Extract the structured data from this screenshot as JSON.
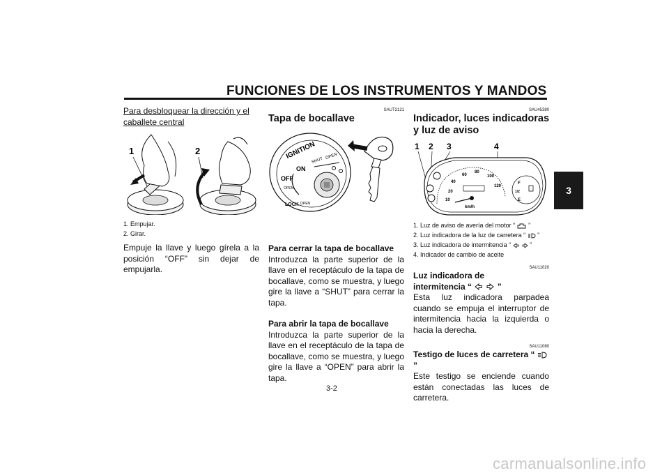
{
  "header": {
    "title": "FUNCIONES DE LOS INSTRUMENTOS Y MANDOS"
  },
  "chapter_tab": "3",
  "left_col": {
    "heading": "Para desbloquear la dirección y el caballete central",
    "figure_labels": [
      "1",
      "2"
    ],
    "captions": [
      "1. Empujar.",
      "2. Girar."
    ],
    "body": "Empuje la llave y luego gírela a la posición “OFF” sin dejar de empujarla."
  },
  "mid_col": {
    "code": "SAUT2121",
    "title": "Tapa de bocallave",
    "figure_text": {
      "ignition": "IGNITION",
      "on": "ON",
      "off": "OFF",
      "lock": "LOCK",
      "shut": "SHUT",
      "open": "OPEN",
      "open_small": "OPEN",
      "steering": "OPEN"
    },
    "close_heading": "Para cerrar la tapa de bocallave",
    "close_body": "Introduzca la parte superior de la llave en el receptáculo de la tapa de bocallave, como se muestra, y luego gire la llave a “SHUT” para cerrar la tapa.",
    "open_heading": "Para abrir la tapa de bocallave",
    "open_body": "Introduzca la parte superior de la llave en el receptáculo de la tapa de bocallave, como se muestra, y luego gire la llave a “OPEN” para abrir la tapa."
  },
  "right_col": {
    "code1": "SAU45380",
    "title": "Indicador, luces indicadoras y luz de aviso",
    "figure_labels": [
      "1",
      "2",
      "3",
      "4"
    ],
    "gauge_text": [
      "10",
      "20",
      "40",
      "60",
      "80",
      "100",
      "120",
      "km/h",
      "F",
      "E",
      "1/2"
    ],
    "captions": [
      "1. Luz de aviso de avería del motor “",
      "2. Luz indicadora de la luz de carretera “",
      "3. Luz indicadora de intermitencia “",
      "4. Indicador de cambio de aceite"
    ],
    "code2": "SAU11020",
    "turn_heading_1": "Luz indicadora de",
    "turn_heading_2": "intermitencia “",
    "turn_body": "Esta luz indicadora parpadea cuando se empuja el interruptor de intermitencia hacia la izquierda o hacia la derecha.",
    "code3": "SAU11080",
    "beam_heading": "Testigo de luces de carretera “",
    "beam_body": "Este testigo se enciende cuando están conectadas las luces de carretera.",
    "close_quote": "”"
  },
  "page_number": "3-2",
  "watermark": "carmanualsonline.info"
}
